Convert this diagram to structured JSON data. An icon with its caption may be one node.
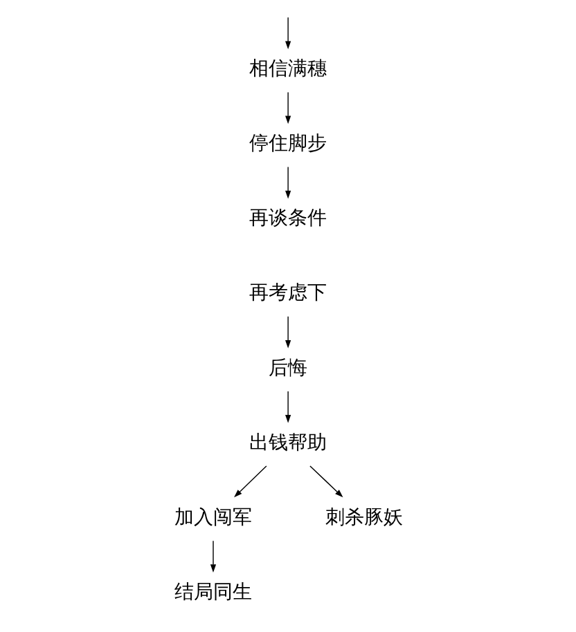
{
  "diagram": {
    "nodes": [
      {
        "text": [
          "相信满穗"
        ]
      },
      {
        "text": [
          "停住脚步"
        ]
      },
      {
        "text": [
          "再谈条件"
        ]
      },
      {
        "text": [
          "再考虑下"
        ]
      },
      {
        "text": [
          "后悔"
        ]
      },
      {
        "text": [
          "出钱帮助"
        ]
      },
      {
        "text": [
          "加入闯军"
        ]
      },
      {
        "text": [
          "刺杀豚妖"
        ]
      },
      {
        "text": [
          "结局同生"
        ]
      }
    ],
    "edges": [
      {
        "from": null,
        "to": 0,
        "arrow": "to"
      },
      {
        "from": 0,
        "to": 1,
        "arrow": "to"
      },
      {
        "from": 1,
        "to": 2,
        "arrow": "to"
      },
      {
        "from": 3,
        "to": 4,
        "arrow": "to"
      },
      {
        "from": 4,
        "to": 5,
        "arrow": "to"
      },
      {
        "from": 5,
        "to": 6,
        "arrow": "to"
      },
      {
        "from": 5,
        "to": 7,
        "arrow": "to"
      },
      {
        "from": 6,
        "to": 8,
        "arrow": "to"
      }
    ]
  }
}
